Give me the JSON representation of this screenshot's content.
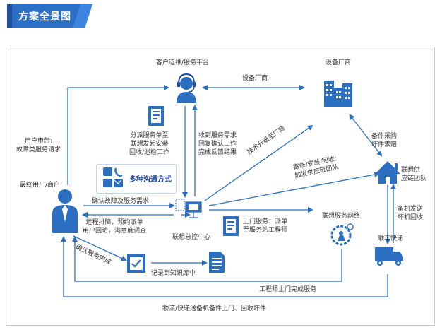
{
  "header": {
    "title": "方案全景图"
  },
  "nodes": {
    "platform": "客户运维/服务平台",
    "vendor": "设备厂商",
    "user": "最终用户/商户",
    "control": "联想总控中心",
    "supply_chain": "联想供\n应链团队",
    "network": "联想服务网络",
    "express": "顺丰快递",
    "comm_channels": "多种沟通方式"
  },
  "flows": {
    "vendor_link": "设备厂商",
    "user_report": "用户申告:\n故障类服务请求",
    "dispatch": "分派服务单至\n联想发起安装\n回收/巡检工作",
    "receive": "收到服务需求\n回复确认工作\n完成反馈结果",
    "tech_upgrade": "技术升级至厂商",
    "repair_flow": "寄修/安装/回收:\n触发供应链团队",
    "parts": "备件采购\n坏件索赔",
    "confirm_fault": "确认故障及服务需求",
    "remote": "远程排障，预约派单\n用户回访，满意度调查",
    "onsite": "上门服务：派单\n至服务站工程师",
    "ship": "备机发送\n坏机回收",
    "confirm_done": "确认服务完成",
    "kb": "记录到知识库中",
    "engineer_done": "工程师上门完成服务",
    "logistics": "物流/快递送备机备件上门、回收坏件"
  }
}
